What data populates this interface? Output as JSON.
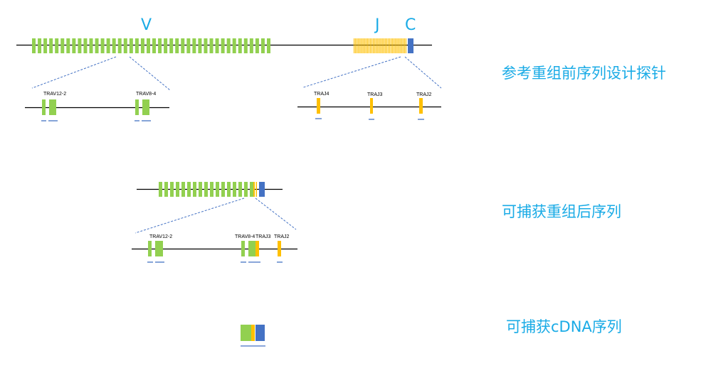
{
  "colors": {
    "v_segment": "#92d050",
    "j_segment": "#ffc000",
    "c_segment": "#4472c4",
    "probe": "#4472c4",
    "zoom_line": "#4472c4",
    "caption": "#1aabe6",
    "backbone": "#000000"
  },
  "region_labels": {
    "v": "V",
    "j": "J",
    "c": "C"
  },
  "captions": {
    "germline": "参考重组前序列设计探针",
    "rearranged": "可捕获重组后序列",
    "cdna": "可捕获cDNA序列"
  },
  "germline": {
    "v_segment_count": 42,
    "j_segment_count": 36,
    "v_detail_genes": [
      "TRAV12-2",
      "TRAV8-4"
    ],
    "j_detail_genes": [
      "TRAJ4",
      "TRAJ3",
      "TRAJ2"
    ]
  },
  "rearranged": {
    "v_segment_count": 17,
    "detail_genes": [
      "TRAV12-2",
      "TRAV8-4",
      "TRAJ3",
      "TRAJ2"
    ]
  }
}
